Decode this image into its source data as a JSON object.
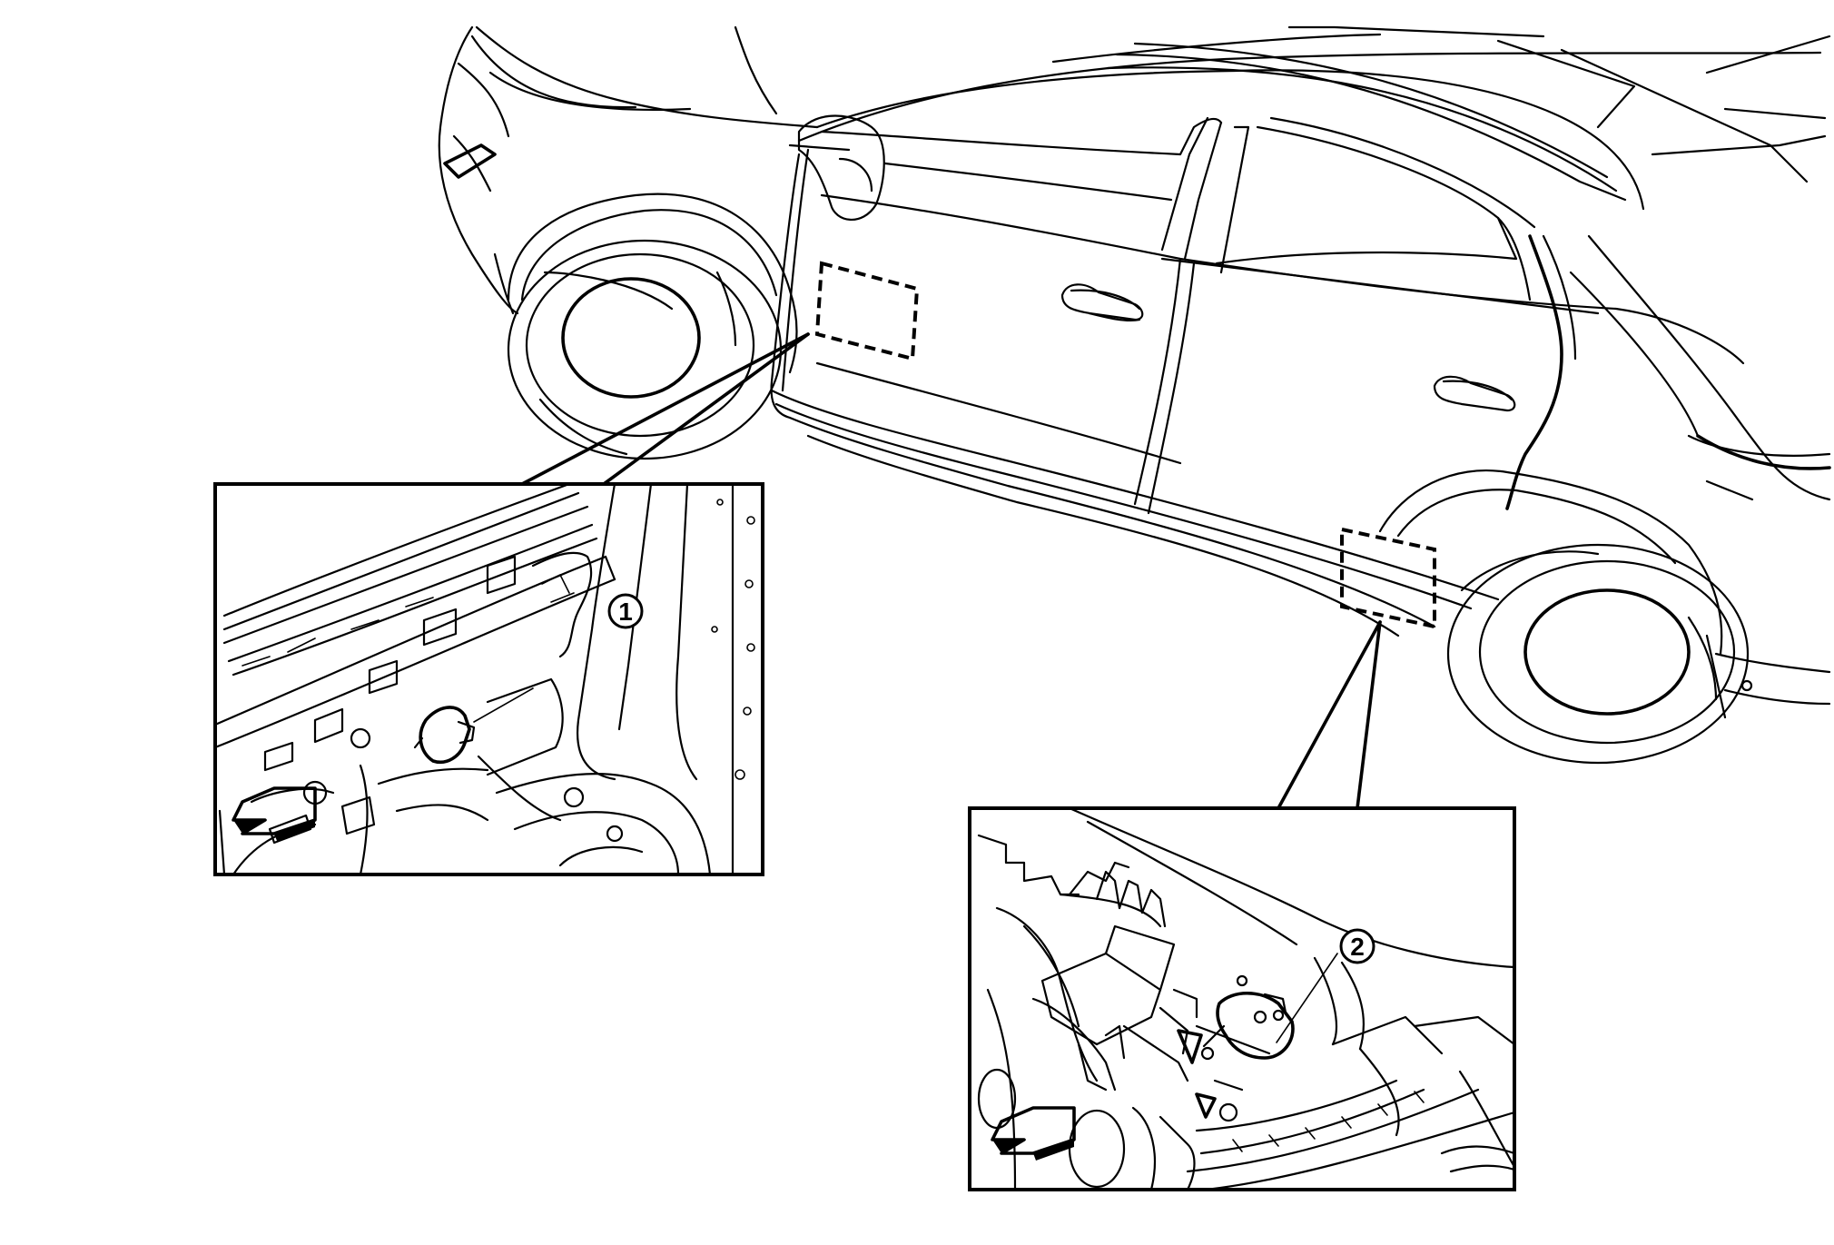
{
  "diagram": {
    "callouts": [
      {
        "id": "callout-1",
        "label": "1"
      },
      {
        "id": "callout-2",
        "label": "2"
      }
    ],
    "insets": [
      {
        "id": "front-door-inset",
        "callout": "1",
        "view_arrow": "view-direction-arrow"
      },
      {
        "id": "rear-wheel-arch-inset",
        "callout": "2",
        "view_arrow": "view-direction-arrow"
      }
    ],
    "highlight_areas": [
      "front-door-inner-panel",
      "rear-sill-area"
    ],
    "colors": {
      "line": "#000000",
      "background": "#ffffff"
    }
  }
}
